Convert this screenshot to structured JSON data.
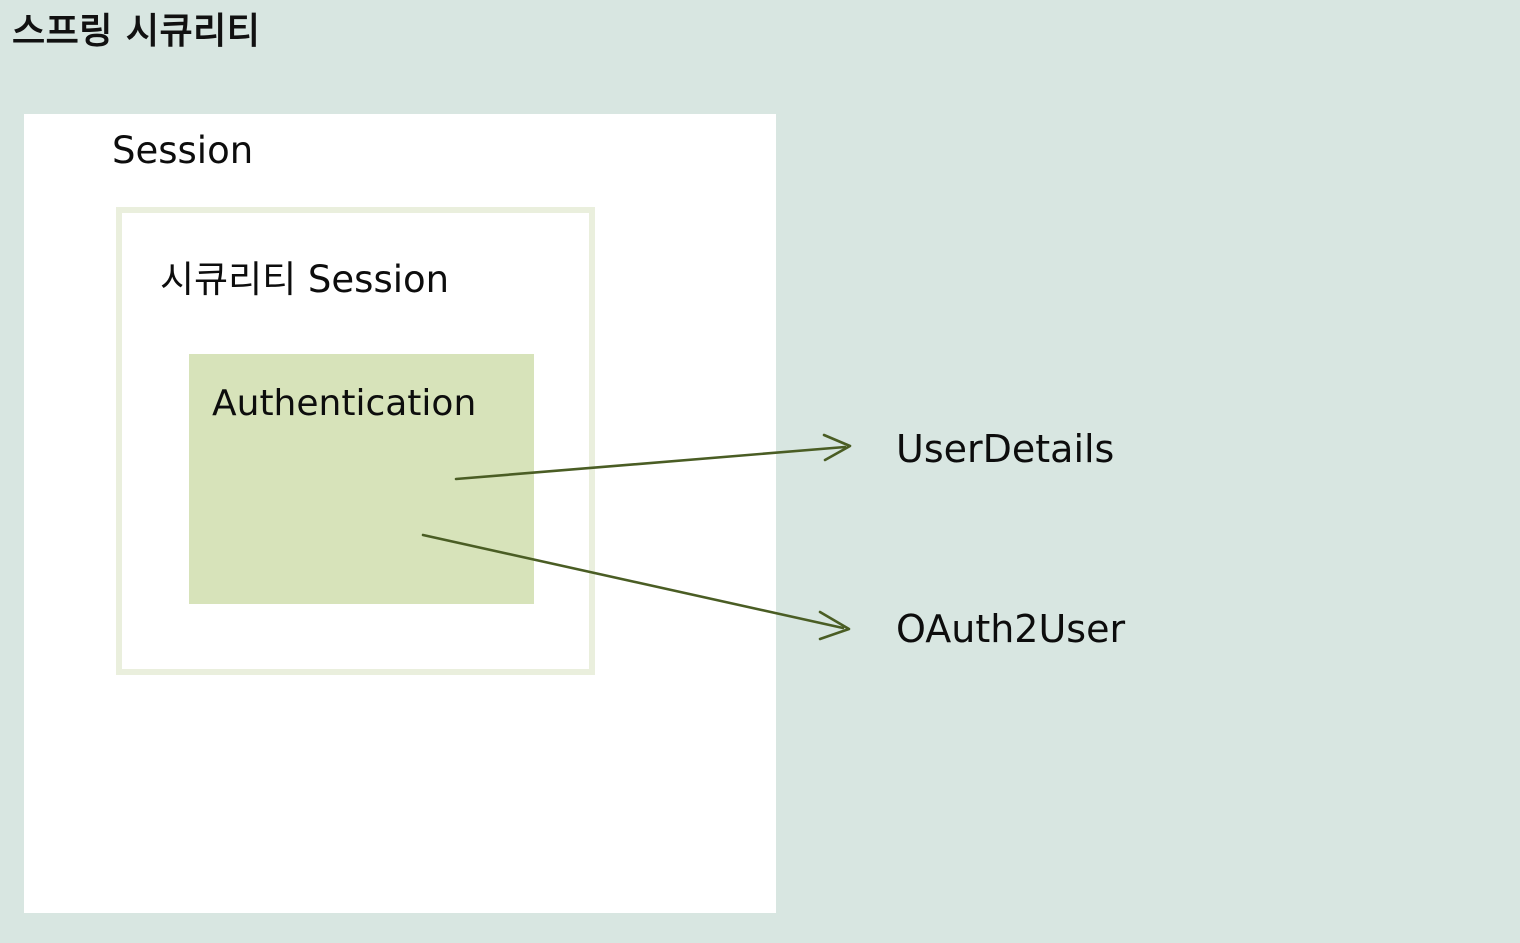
{
  "page": {
    "title": "스프링 시큐리티",
    "background_color": "#d8e6e1"
  },
  "diagram": {
    "type": "nested-boxes-with-arrows",
    "outer_box": {
      "label": "Session",
      "fill_color": "#ffffff"
    },
    "inner_box": {
      "label": "시큐리티 Session",
      "fill_color": "#ffffff",
      "border_color": "#eaefdd"
    },
    "auth_box": {
      "label": "Authentication",
      "fill_color": "#d7e3ba"
    },
    "arrow_color": "#4a5d24",
    "targets": [
      {
        "label": "UserDetails"
      },
      {
        "label": "OAuth2User"
      }
    ]
  }
}
